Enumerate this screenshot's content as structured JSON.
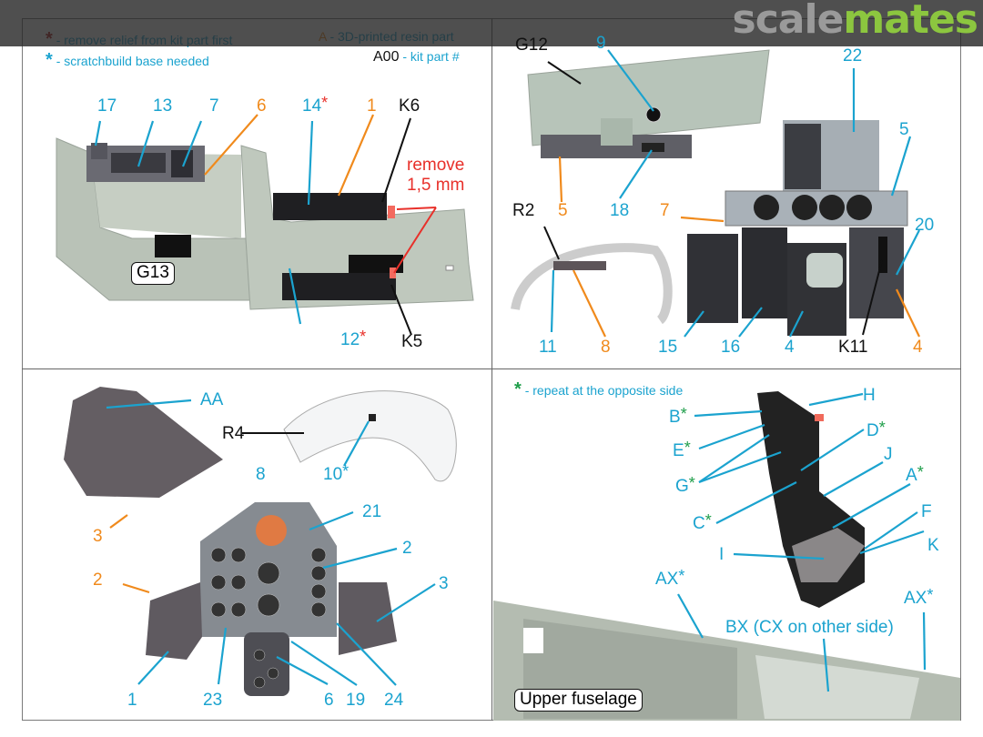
{
  "brand": {
    "part1": "scale",
    "part2": "mates"
  },
  "legend": {
    "relief_symbol": "*",
    "relief_text": "- remove relief from kit part first",
    "resin_symbol": "A",
    "resin_text": "- 3D-printed resin part",
    "scratch_symbol": "*",
    "scratch_text": "- scratchbuild base needed",
    "kitpart_symbol": "A00",
    "kitpart_text": "- kit part #",
    "repeat_symbol": "*",
    "repeat_text": "- repeat at the opposite side"
  },
  "colors": {
    "decal_label": "#1ba3cf",
    "resin_label": "#f08a1c",
    "kit_label": "#111111",
    "warning": "#e8302a",
    "repeat_star": "#1f9e4a"
  },
  "panel1": {
    "kit_box": "G13",
    "labels": {
      "l17": "17",
      "l13": "13",
      "l7": "7",
      "l6": "6",
      "l14": "14",
      "l14_star": "*",
      "l1": "1",
      "k6": "K6",
      "k5": "K5",
      "l12": "12",
      "l12_star": "*"
    },
    "note_line1": "remove",
    "note_line2": "1,5 mm"
  },
  "panel2": {
    "labels": {
      "g12": "G12",
      "l9": "9",
      "l22": "22",
      "l5a": "5",
      "l5b": "5",
      "l18": "18",
      "l7": "7",
      "r2": "R2",
      "l20": "20",
      "l11": "11",
      "l8": "8",
      "l15": "15",
      "l16": "16",
      "l4a": "4",
      "k11": "K11",
      "l4b": "4"
    }
  },
  "panel3": {
    "labels": {
      "aa": "AA",
      "r4": "R4",
      "l10": "10",
      "l10_star": "*",
      "l3a": "3",
      "l8": "8",
      "l21": "21",
      "l2a": "2",
      "l2b": "2",
      "l3b": "3",
      "l1": "1",
      "l23": "23",
      "l6": "6",
      "l19": "19",
      "l24": "24"
    }
  },
  "panel4": {
    "kit_box": "Upper fuselage",
    "labels": {
      "h": "H",
      "b": "B",
      "e": "E",
      "d": "D",
      "g": "G",
      "j": "J",
      "a": "A",
      "c": "C",
      "f": "F",
      "k": "K",
      "i": "I",
      "ax1": "AX",
      "ax2": "AX",
      "bx": "BX (CX on other side)"
    },
    "star": "*"
  }
}
